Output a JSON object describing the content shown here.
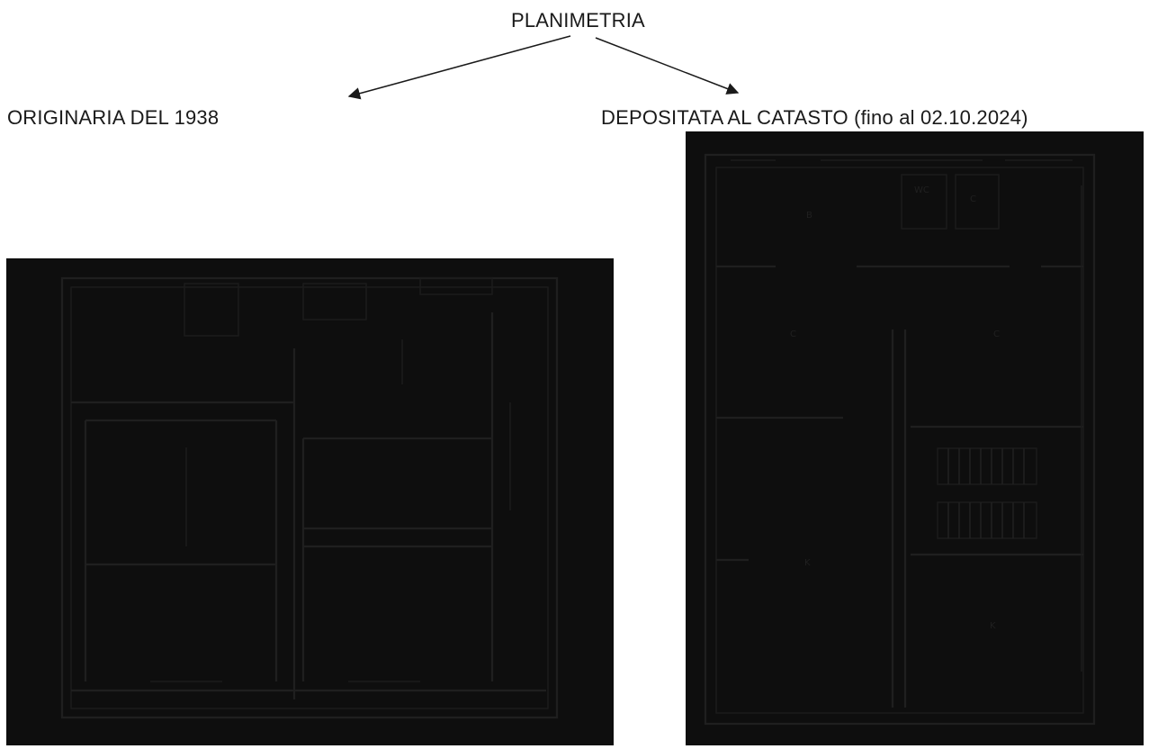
{
  "title": "PLANIMETRIA",
  "left_plan": {
    "label": "ORIGINARIA DEL 1938",
    "name": "original-1938-floor-plan"
  },
  "right_plan": {
    "label": "DEPOSITATA AL CATASTO (fino al 02.10.2024)",
    "name": "cadastral-floor-plan",
    "room_letters": [
      "B",
      "WC",
      "C",
      "C",
      "C",
      "K",
      "K"
    ]
  },
  "colors": {
    "background": "#ffffff",
    "text": "#1a1a1a",
    "plan_fill": "#0e0e0e",
    "arrow": "#1a1a1a"
  }
}
